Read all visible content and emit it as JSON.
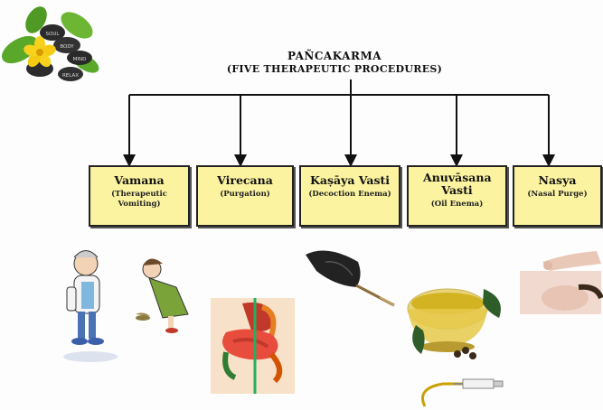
{
  "logo": {
    "words": [
      "SOUL",
      "BODY",
      "MIND",
      "RELAX"
    ]
  },
  "diagram": {
    "title": "PAÑCAKARMA",
    "subtitle": "(FIVE THERAPEUTIC PROCEDURES)",
    "procedures": [
      {
        "name": "Vamana",
        "desc": "(Therapeutic Vomiting)"
      },
      {
        "name": "Virecana",
        "desc": "(Purgation)"
      },
      {
        "name": "Kaṣāya Vasti",
        "desc": "(Decoction Enema)"
      },
      {
        "name": "Anuvāsana Vasti",
        "desc": "(Oil Enema)"
      },
      {
        "name": "Nasya",
        "desc": "(Nasal Purge)"
      }
    ]
  },
  "illustrations": [
    {
      "icon": "vomiting-cartoon-icon"
    },
    {
      "icon": "digestive-system-icon"
    },
    {
      "icon": "enema-bag-icon"
    },
    {
      "icon": "oil-bowl-icon"
    },
    {
      "icon": "syringe-icon"
    },
    {
      "icon": "nasal-drops-photo-icon"
    }
  ],
  "colors": {
    "box_fill": "#fbf3a0",
    "box_border": "#222222",
    "connector": "#111111"
  }
}
